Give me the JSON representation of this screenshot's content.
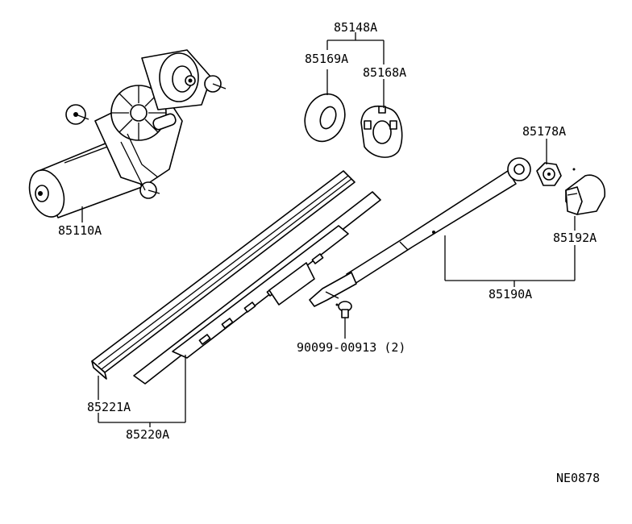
{
  "labels": {
    "washer_set": "85148A",
    "washer_a": "85169A",
    "washer_b": "85168A",
    "nut": "85178A",
    "motor": "85110A",
    "cap": "85192A",
    "arm": "85190A",
    "screw": "90099-00913 (2)",
    "blade_insert": "85221A",
    "blade": "85220A"
  },
  "diagram_code": "NE0878"
}
